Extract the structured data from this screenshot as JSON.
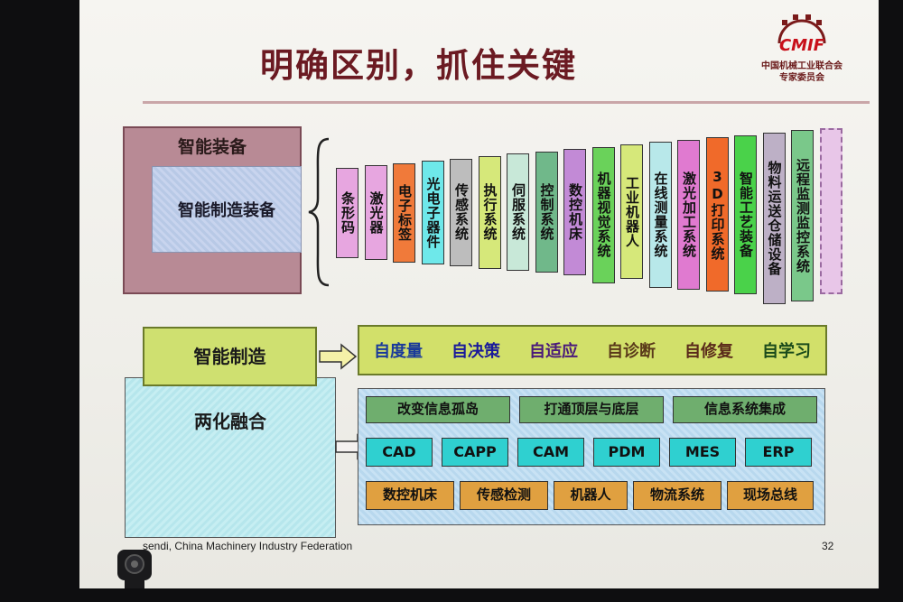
{
  "slide": {
    "title": "明确区别，抓住关键",
    "logo": {
      "mark": "CMIF",
      "line1": "中国机械工业联合会",
      "line2": "专家委员会"
    },
    "footer": "sendi, China Machinery Industry Federation",
    "page_number": "32"
  },
  "upper": {
    "outer_label": "智能装备",
    "inner_label": "智能制造装备",
    "columns": [
      {
        "text": "条形码",
        "color": "#e7a6e0"
      },
      {
        "text": "激光器",
        "color": "#e7a6e0"
      },
      {
        "text": "电子标签",
        "color": "#f07a3a"
      },
      {
        "text": "光电子器件",
        "color": "#6ee8ea"
      },
      {
        "text": "传感系统",
        "color": "#bdbdbd"
      },
      {
        "text": "执行系统",
        "color": "#d6e87a"
      },
      {
        "text": "伺服系统",
        "color": "#c8e8d8"
      },
      {
        "text": "控制系统",
        "color": "#70b88a"
      },
      {
        "text": "数控机床",
        "color": "#c28ad6"
      },
      {
        "text": "机器视觉系统",
        "color": "#6ad25a"
      },
      {
        "text": "工业机器人",
        "color": "#d6e87a"
      },
      {
        "text": "在线测量系统",
        "color": "#b8e8ea"
      },
      {
        "text": "激光加工系统",
        "color": "#e07ad0"
      },
      {
        "text": "3D打印系统",
        "color": "#f06a2a"
      },
      {
        "text": "智能工艺装备",
        "color": "#4ad24a"
      },
      {
        "text": "物料运送仓储设备",
        "color": "#bdb0c6"
      },
      {
        "text": "远程监测监控系统",
        "color": "#7ac88a"
      },
      {
        "text": "",
        "color": "#e0b0e0"
      }
    ]
  },
  "lower": {
    "green_label": "智能制造",
    "cyan_label": "两化融合",
    "self_items": [
      {
        "text": "自度量",
        "color": "#1a3a9a"
      },
      {
        "text": "自决策",
        "color": "#1a1a9a"
      },
      {
        "text": "自适应",
        "color": "#4a1a7a"
      },
      {
        "text": "自诊断",
        "color": "#5a3a1a"
      },
      {
        "text": "自修复",
        "color": "#5a2a1a"
      },
      {
        "text": "自学习",
        "color": "#1a4a1a"
      }
    ],
    "row1": [
      "改变信息孤岛",
      "打通顶层与底层",
      "信息系统集成"
    ],
    "row2": [
      "CAD",
      "CAPP",
      "CAM",
      "PDM",
      "MES",
      "ERP"
    ],
    "row3": [
      "数控机床",
      "传感检测",
      "机器人",
      "物流系统",
      "现场总线"
    ]
  }
}
